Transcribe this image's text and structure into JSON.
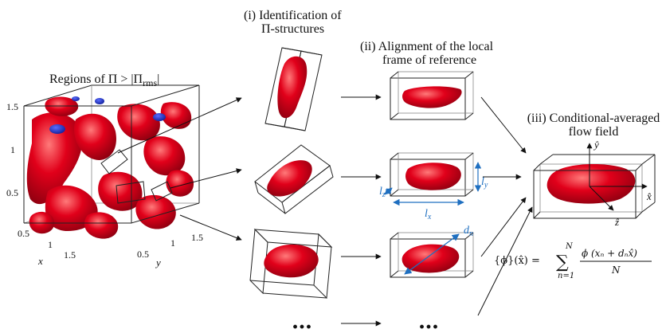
{
  "labels": {
    "regions": "Regions of Π > |Π",
    "regions_sub": "rms",
    "regions_end": "|",
    "step1_line1": "(i) Identification of",
    "step1_line2": "Π-structures",
    "step2_line1": "(ii) Alignment of the local",
    "step2_line2": "frame of reference",
    "step3_line1": "(iii) Conditional-averaged",
    "step3_line2": "flow field"
  },
  "cube_axes": {
    "z_ticks": [
      "1.5",
      "1",
      "0.5"
    ],
    "x_ticks": [
      "0.5",
      "1",
      "1.5"
    ],
    "y_ticks": [
      "0.5",
      "1",
      "1.5"
    ],
    "x_label": "x",
    "y_label": "y"
  },
  "frame_labels": {
    "lx": "l",
    "lx_sub": "x",
    "ly": "l",
    "ly_sub": "y",
    "lz": "l",
    "lz_sub": "z",
    "dn": "d",
    "dn_sub": "n"
  },
  "result_axes": {
    "x": "x̂",
    "y": "ŷ",
    "z": "ẑ"
  },
  "formula": {
    "lhs": "{ϕ}(x̂) =",
    "sum_top": "N",
    "sum_bottom": "n=1",
    "numerator": "ϕ (xₙ + dₙx̂)",
    "denominator": "N"
  },
  "ellipsis": [
    "…",
    "…"
  ],
  "colors": {
    "structure_red": "#e1001a",
    "highlight_red": "#ff6b6b",
    "dark_red": "#8e0010",
    "negative_blue": "#1a2fd1",
    "annotation_blue": "#1f6fc0",
    "line": "#222222"
  }
}
